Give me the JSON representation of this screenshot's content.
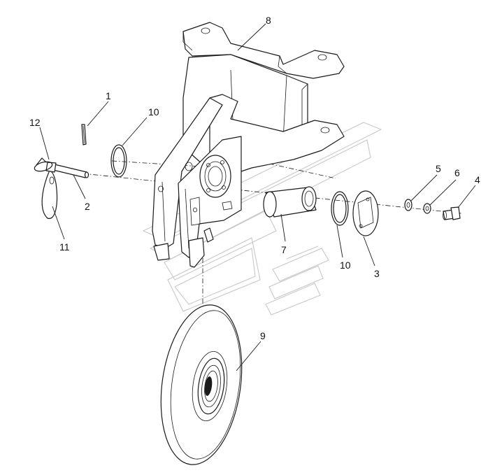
{
  "callouts": [
    {
      "id": "p1",
      "label": "1"
    },
    {
      "id": "p2",
      "label": "2"
    },
    {
      "id": "p3",
      "label": "3"
    },
    {
      "id": "p4",
      "label": "4"
    },
    {
      "id": "p5",
      "label": "5"
    },
    {
      "id": "p6",
      "label": "6"
    },
    {
      "id": "p7",
      "label": "7"
    },
    {
      "id": "p8",
      "label": "8"
    },
    {
      "id": "p9",
      "label": "9"
    },
    {
      "id": "p10a",
      "label": "10"
    },
    {
      "id": "p10b",
      "label": "10"
    },
    {
      "id": "p11",
      "label": "11"
    },
    {
      "id": "p12",
      "label": "12"
    }
  ],
  "colors": {
    "line": "#1a1a1a",
    "watermark": "#c8c8c8",
    "background": "#ffffff"
  }
}
